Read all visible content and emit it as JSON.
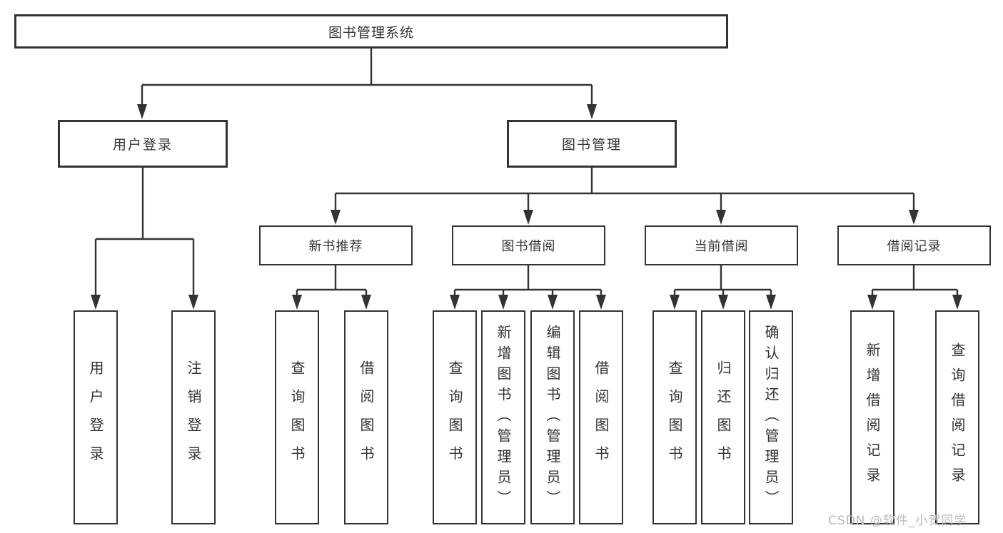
{
  "tree": {
    "root": {
      "label": "图书管理系统",
      "children": [
        {
          "label": "用户登录",
          "children": [
            {
              "label": "用户登录"
            },
            {
              "label": "注销登录"
            }
          ]
        },
        {
          "label": "图书管理",
          "children": [
            {
              "label": "新书推荐",
              "children": [
                {
                  "label": "查询图书"
                },
                {
                  "label": "借阅图书"
                }
              ]
            },
            {
              "label": "图书借阅",
              "children": [
                {
                  "label": "查询图书"
                },
                {
                  "label": "新增图书（管理员）"
                },
                {
                  "label": "编辑图书（管理员）"
                },
                {
                  "label": "借阅图书"
                }
              ]
            },
            {
              "label": "当前借阅",
              "children": [
                {
                  "label": "查询图书"
                },
                {
                  "label": "归还图书"
                },
                {
                  "label": "确认归还（管理员）"
                }
              ]
            },
            {
              "label": "借阅记录",
              "children": [
                {
                  "label": "新增借阅记录"
                },
                {
                  "label": "查询借阅记录"
                }
              ]
            }
          ]
        }
      ]
    }
  },
  "watermark": {
    "text": "CSDN @软件_小贺同学"
  },
  "colors": {
    "line": "#333333",
    "box_border": "#333333",
    "text": "#333333",
    "background": "#ffffff",
    "watermark": "#b9b9b9"
  }
}
